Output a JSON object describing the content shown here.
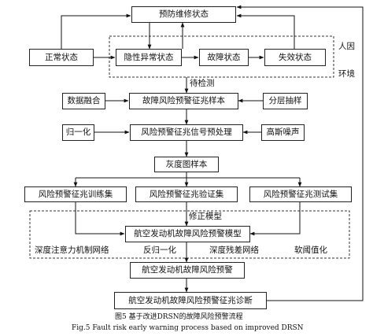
{
  "nodes": {
    "preventive": "预防维修状态",
    "normal": "正常状态",
    "latent": "隐性异常状态",
    "fault": "故障状态",
    "failure": "失效状态",
    "fusion": "数据融合",
    "sample": "故障风险预警征兆样本",
    "layered": "分层抽样",
    "normalize": "归一化",
    "preprocess": "风险预警征兆信号预处理",
    "gauss": "高斯噪声",
    "gray": "灰度图样本",
    "train": "风险预警征兆训练集",
    "valid": "风险预警征兆验证集",
    "test": "风险预警征兆测试集",
    "model": "航空发动机故障风险预警模型",
    "warning": "航空发动机故障风险预警",
    "diagnosis": "航空发动机故障风险预警征兆诊断"
  },
  "labels": {
    "human": "人因",
    "env": "环境",
    "pending": "待检测",
    "correct": "修正模型",
    "attention": "深度注意力机制网络",
    "inverse": "反归一化",
    "residual": "深度残差网络",
    "soft": "软阈值化"
  },
  "caption": {
    "cn": "图5   基于改进DRSN的故障风险预警流程",
    "en": "Fig.5 Fault risk early warning process based on improved DRSN"
  }
}
